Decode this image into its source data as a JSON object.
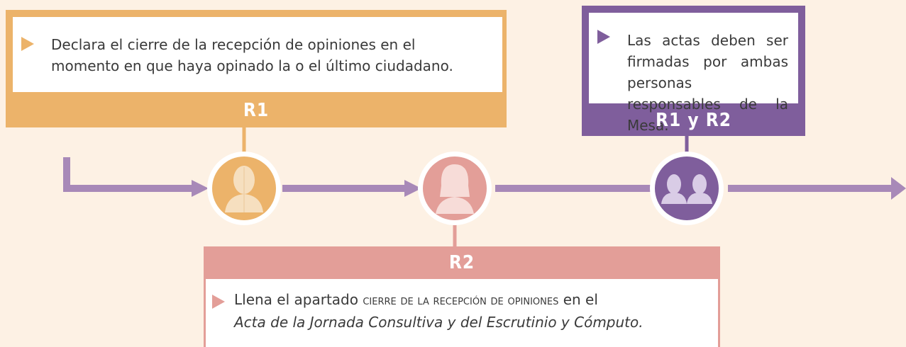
{
  "colors": {
    "background": "#fdf1e4",
    "r1": "#ecb36a",
    "r2": "#e39e98",
    "r1_r2": "#7f5e9c",
    "flow_line": "#a889b8"
  },
  "steps": [
    {
      "role": "R1",
      "icon": "person-silhouette-icon",
      "text": "Declara el cierre de la recepción de opiniones en el momento en que haya opinado la o el último ciudadano."
    },
    {
      "role": "R2",
      "icon": "woman-silhouette-icon",
      "text_prefix": "Llena el apartado ",
      "text_smallcaps": "cierre de la recepción de opiniones",
      "text_mid": " en el",
      "text_italic": "Acta de la Jornada Consultiva y del Escrutinio y Cómputo."
    },
    {
      "role": "R1 y R2",
      "icon": "two-people-icon",
      "text": "Las actas deben ser firmadas por ambas personas responsables de la Mesa."
    }
  ]
}
